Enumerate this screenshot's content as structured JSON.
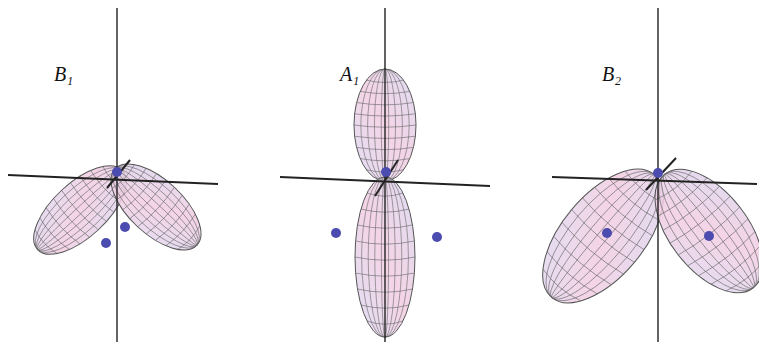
{
  "diagram": {
    "labels": [
      "B₁",
      "A₁",
      "B₂"
    ]
  }
}
